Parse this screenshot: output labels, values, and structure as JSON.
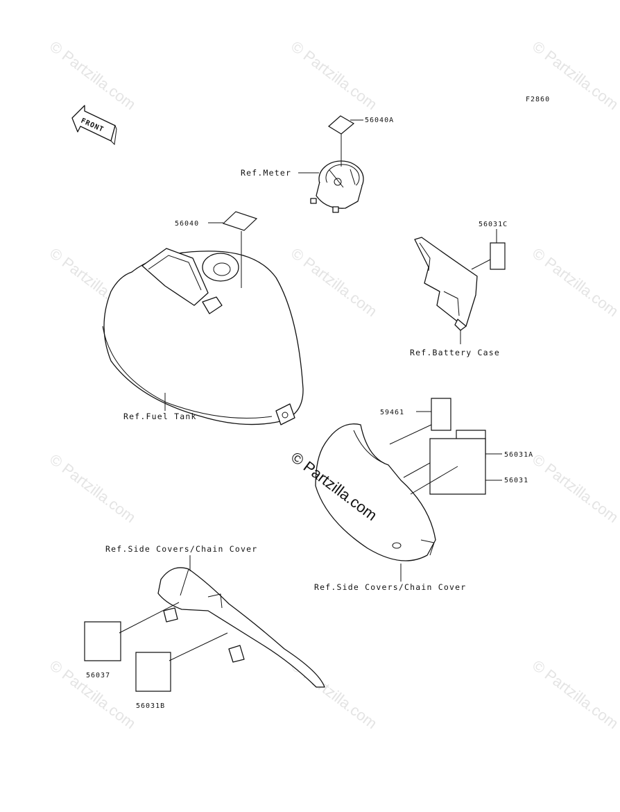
{
  "figure_code": "F2860",
  "front_label": "FRONT",
  "watermark_text": "© Partzilla.com",
  "center_watermark_text": "© Partzilla.com",
  "refs": {
    "meter": "Ref.Meter",
    "fuel_tank": "Ref.Fuel Tank",
    "battery_case": "Ref.Battery Case",
    "side_covers_left": "Ref.Side Covers/Chain Cover",
    "side_covers_right": "Ref.Side Covers/Chain Cover"
  },
  "parts": {
    "p56040A": "56040A",
    "p56040": "56040",
    "p56031C": "56031C",
    "p59461": "59461",
    "p56031A": "56031A",
    "p56031": "56031",
    "p56037": "56037",
    "p56031B": "56031B"
  },
  "colors": {
    "line": "#111111",
    "watermark": "#e4e4e4",
    "background": "#ffffff"
  }
}
